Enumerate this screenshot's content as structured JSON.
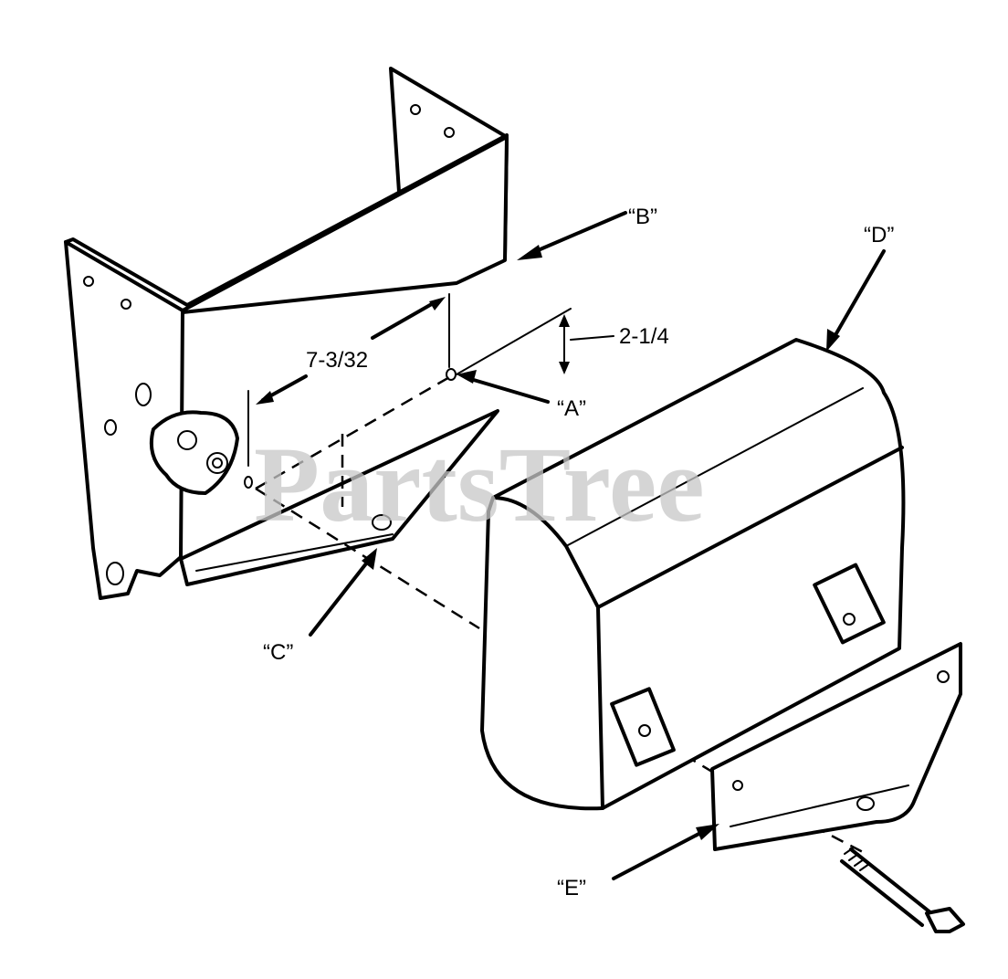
{
  "watermark": "PartsTree",
  "labels": {
    "a": "“A”",
    "b": "“B”",
    "c": "“C”",
    "d": "“D”",
    "e": "“E”"
  },
  "dimensions": {
    "width": "7-3/32",
    "height": "2-1/4"
  },
  "colors": {
    "ink": "#000000",
    "watermark": "#c8c8c8",
    "paper": "#ffffff"
  }
}
